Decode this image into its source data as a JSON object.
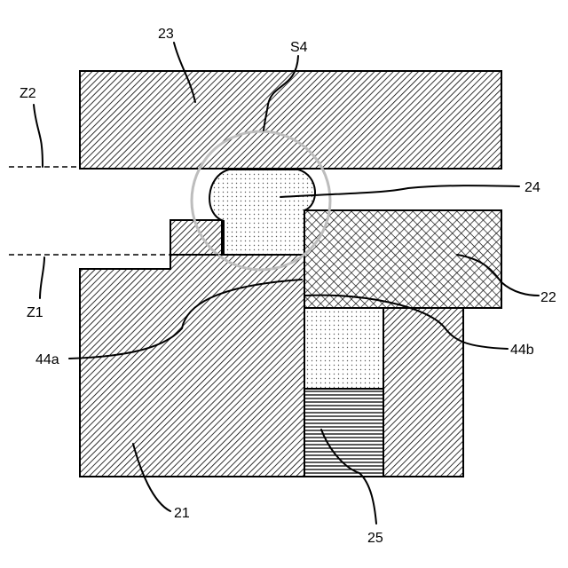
{
  "figure": {
    "labels": {
      "part_23": "23",
      "detail_s4": "S4",
      "line_z2": "Z2",
      "part_24": "24",
      "line_z1": "Z1",
      "part_22": "22",
      "surface_44a": "44a",
      "surface_44b": "44b",
      "part_21": "21",
      "part_25": "25"
    }
  }
}
